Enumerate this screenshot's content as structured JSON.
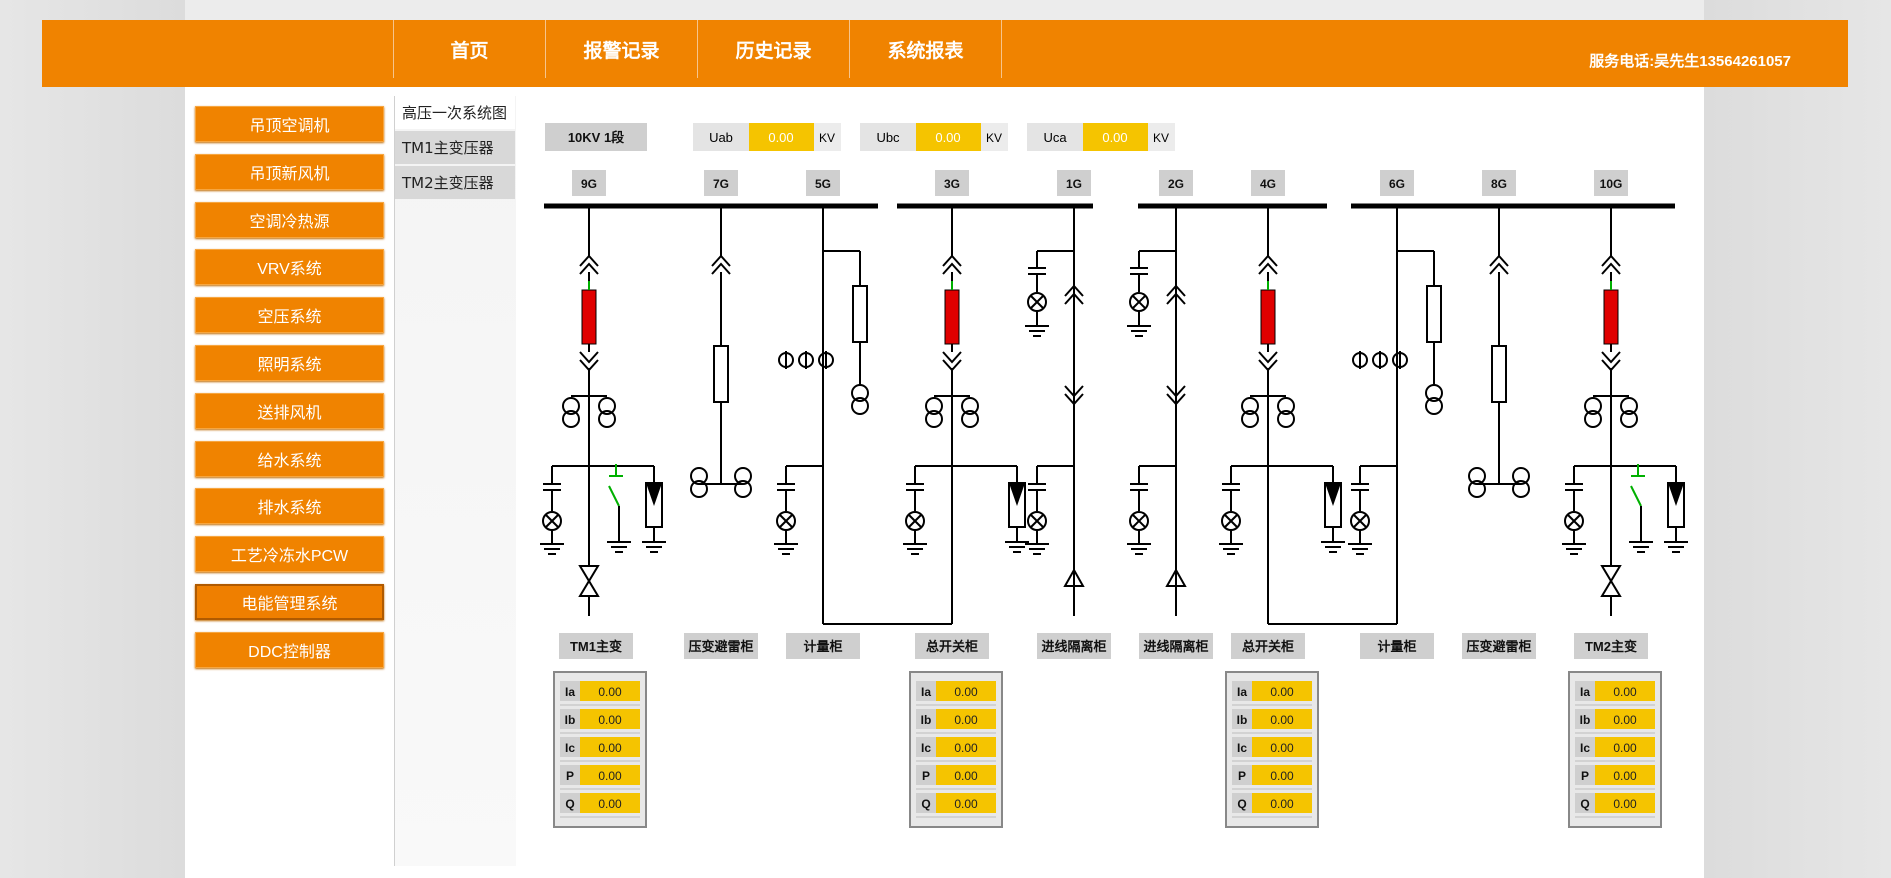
{
  "nav": {
    "items": [
      "首页",
      "报警记录",
      "历史记录",
      "系统报表"
    ],
    "service_phone": "服务电话:吴先生13564261057"
  },
  "sidebar": {
    "items": [
      "吊顶空调机",
      "吊顶新风机",
      "空调冷热源",
      "VRV系统",
      "空压系统",
      "照明系统",
      "送排风机",
      "给水系统",
      "排水系统",
      "工艺冷冻水PCW",
      "电能管理系统",
      "DDC控制器"
    ],
    "active": "电能管理系统"
  },
  "tabs": {
    "items": [
      "高压一次系统图",
      "TM1主变压器",
      "TM2主变压器"
    ],
    "active": "高压一次系统图"
  },
  "diagram": {
    "section_label": "10KV   1段",
    "voltages": [
      {
        "name": "Uab",
        "value": "0.00",
        "unit": "KV"
      },
      {
        "name": "Ubc",
        "value": "0.00",
        "unit": "KV"
      },
      {
        "name": "Uca",
        "value": "0.00",
        "unit": "KV"
      }
    ],
    "feeder_tags": [
      "9G",
      "7G",
      "5G",
      "3G",
      "1G",
      "2G",
      "4G",
      "6G",
      "8G",
      "10G"
    ],
    "cabinet_labels": [
      "TM1主变",
      "压变避雷柜",
      "计量柜",
      "总开关柜",
      "进线隔离柜",
      "进线隔离柜",
      "总开关柜",
      "计量柜",
      "压变避雷柜",
      "TM2主变"
    ],
    "meter_rows": [
      "Ia",
      "Ib",
      "Ic",
      "P",
      "Q"
    ],
    "meter_value": "0.00",
    "colors": {
      "accent": "#f08300",
      "value_bg": "#f5c400",
      "breaker": "#e00000",
      "green": "#00b000"
    }
  }
}
